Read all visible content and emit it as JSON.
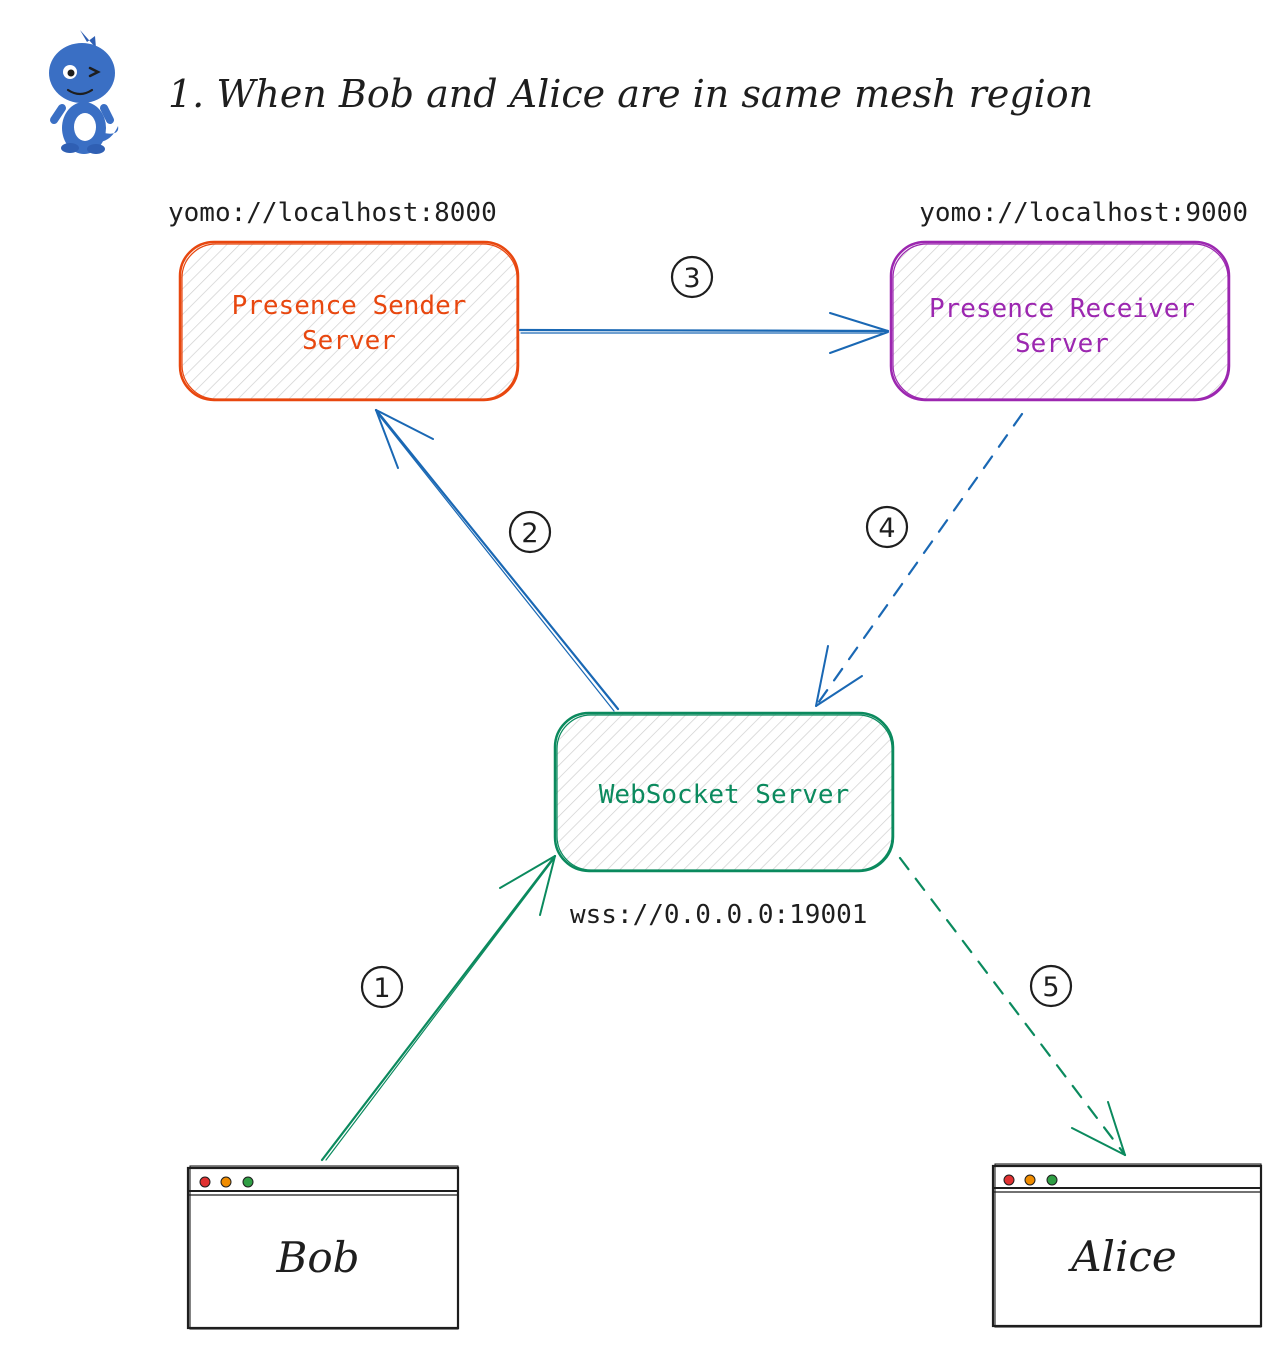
{
  "title": "1. When Bob and Alice are in same mesh region",
  "mascot": {
    "icon": "dinosaur-mascot-icon"
  },
  "colors": {
    "sender": "#e8470f",
    "receiver": "#9c27b0",
    "websocket": "#0b8a5e",
    "blue_arrow": "#1a68b4",
    "black": "#1e1e1e",
    "hatch": "#cfcfcf",
    "dot_red": "#e03131",
    "dot_orange": "#f08c00",
    "dot_green": "#2f9e44"
  },
  "nodes": {
    "sender": {
      "address": "yomo://localhost:8000",
      "line1": "Presence Sender",
      "line2": "Server"
    },
    "receiver": {
      "address": "yomo://localhost:9000",
      "line1": "Presence Receiver",
      "line2": "Server"
    },
    "websocket": {
      "label": "WebSocket Server",
      "address": "wss://0.0.0.0:19001"
    }
  },
  "clients": {
    "bob": {
      "label": "Bob"
    },
    "alice": {
      "label": "Alice"
    }
  },
  "steps": {
    "s1": "1",
    "s2": "2",
    "s3": "3",
    "s4": "4",
    "s5": "5"
  }
}
